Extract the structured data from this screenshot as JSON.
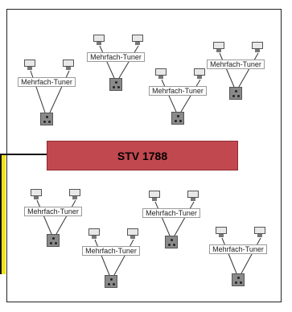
{
  "amplifier": {
    "label": "STV 1788"
  },
  "tuner_label": "Mehrfach-Tuner",
  "units": [
    {
      "id": "u1",
      "label": "Mehrfach-Tuner"
    },
    {
      "id": "u2",
      "label": "Mehrfach-Tuner"
    },
    {
      "id": "u3",
      "label": "Mehrfach-Tuner"
    },
    {
      "id": "u4",
      "label": "Mehrfach-Tuner"
    },
    {
      "id": "u5",
      "label": "Mehrfach-Tuner"
    },
    {
      "id": "u6",
      "label": "Mehrfach-Tuner"
    },
    {
      "id": "u7",
      "label": "Mehrfach-Tuner"
    },
    {
      "id": "u8",
      "label": "Mehrfach-Tuner"
    }
  ],
  "colors": {
    "amplifier_fill": "#c2484f",
    "feed_cable": "#f2e318",
    "outlet": "#8a8a8a"
  }
}
